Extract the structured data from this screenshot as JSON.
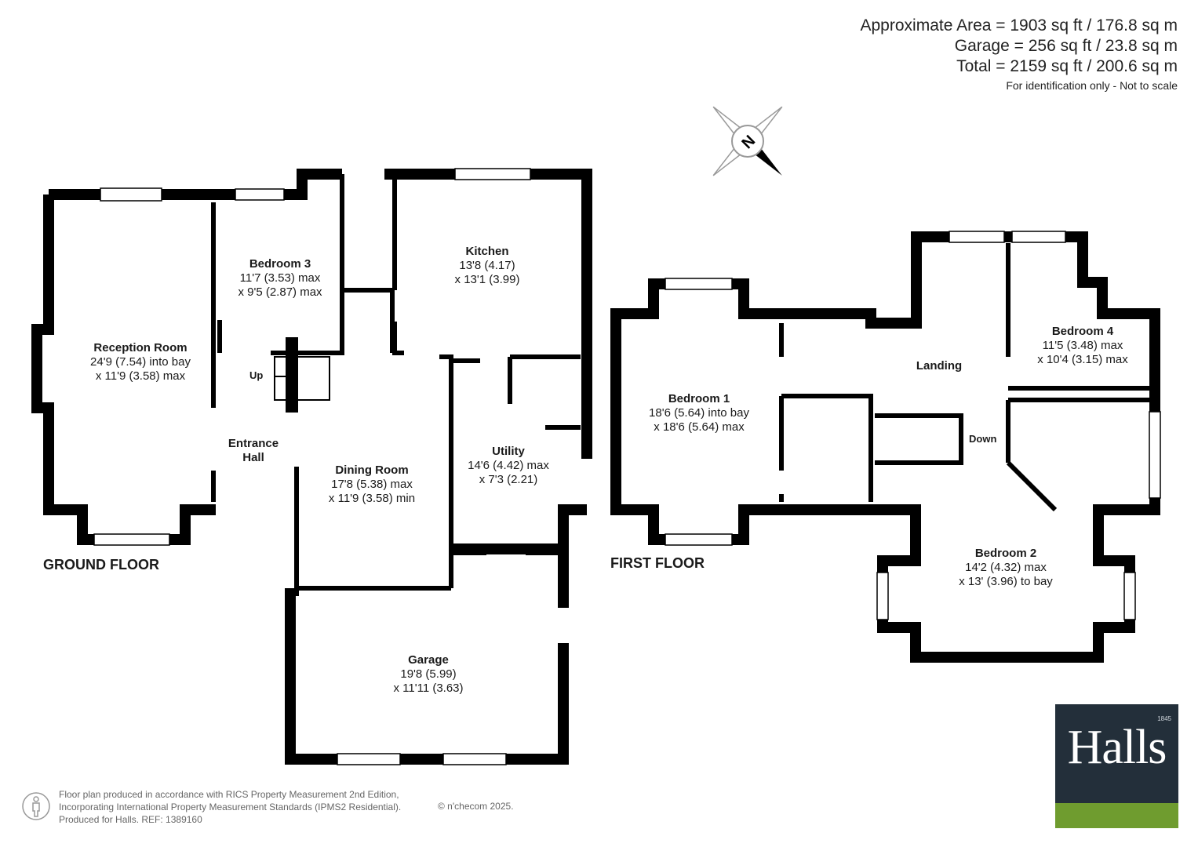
{
  "areas": {
    "approx": "Approximate Area = 1903 sq ft / 176.8 sq m",
    "garage": "Garage = 256 sq ft / 23.8 sq m",
    "total": "Total = 2159 sq ft / 200.6 sq m",
    "note": "For identification only - Not to scale"
  },
  "compass": {
    "letter": "N",
    "icon": "north-compass-icon"
  },
  "floors": {
    "ground": "GROUND FLOOR",
    "first": "FIRST FLOOR"
  },
  "stairs": {
    "up": "Up",
    "down": "Down"
  },
  "rooms": {
    "reception": {
      "name": "Reception Room",
      "l1": "24'9 (7.54) into bay",
      "l2": "x 11'9 (3.58) max"
    },
    "bedroom3": {
      "name": "Bedroom 3",
      "l1": "11'7 (3.53) max",
      "l2": "x 9'5 (2.87) max"
    },
    "kitchen": {
      "name": "Kitchen",
      "l1": "13'8 (4.17)",
      "l2": "x 13'1 (3.99)"
    },
    "entrance": {
      "name1": "Entrance",
      "name2": "Hall"
    },
    "dining": {
      "name": "Dining Room",
      "l1": "17'8 (5.38) max",
      "l2": "x 11'9 (3.58) min"
    },
    "utility": {
      "name": "Utility",
      "l1": "14'6 (4.42) max",
      "l2": "x 7'3 (2.21)"
    },
    "garage": {
      "name": "Garage",
      "l1": "19'8 (5.99)",
      "l2": "x 11'11 (3.63)"
    },
    "bedroom1": {
      "name": "Bedroom 1",
      "l1": "18'6 (5.64) into bay",
      "l2": "x 18'6 (5.64) max"
    },
    "landing": {
      "name": "Landing"
    },
    "bedroom4": {
      "name": "Bedroom 4",
      "l1": "11'5 (3.48) max",
      "l2": "x 10'4 (3.15) max"
    },
    "bedroom2": {
      "name": "Bedroom 2",
      "l1": "14'2 (4.32) max",
      "l2": "x 13' (3.96) to bay"
    }
  },
  "footer": {
    "line1": "Floor plan produced in accordance with RICS Property Measurement 2nd Edition,",
    "line2": "Incorporating International Property Measurement Standards (IPMS2 Residential).",
    "line3": "Produced for Halls.   REF: 1389160",
    "copyright": "© n'checom 2025."
  },
  "logo": {
    "brand": "Halls",
    "year": "1845",
    "colors": {
      "panel": "#232f3a",
      "stripe": "#6f9c2f"
    }
  },
  "colors": {
    "wall": "#000000"
  }
}
